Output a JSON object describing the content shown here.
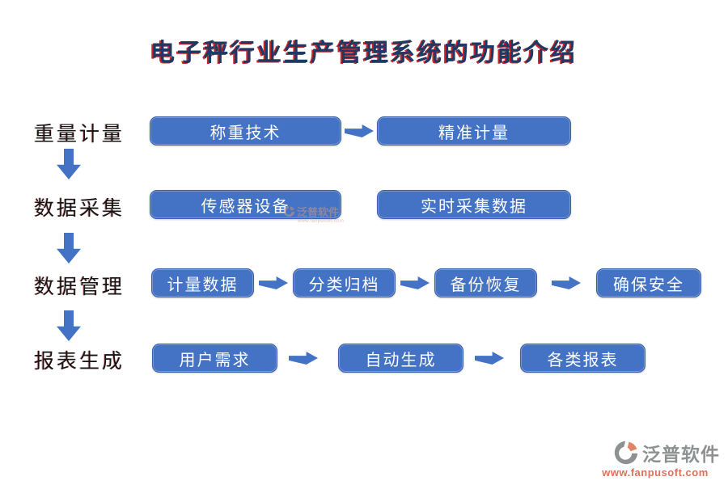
{
  "title": "电子秤行业生产管理系统的功能介绍",
  "rows": [
    {
      "label": "重量计量",
      "boxes": [
        "称重技术",
        "精准计量"
      ]
    },
    {
      "label": "数据采集",
      "boxes": [
        "传感器设备",
        "实时采集数据"
      ]
    },
    {
      "label": "数据管理",
      "boxes": [
        "计量数据",
        "分类归档",
        "备份恢复",
        "确保安全"
      ]
    },
    {
      "label": "报表生成",
      "boxes": [
        "用户需求",
        "自动生成",
        "各类报表"
      ]
    }
  ],
  "watermark": {
    "brand": "泛普软件",
    "url": "www.fanpusoft.com"
  },
  "colors": {
    "box_fill": "#4472c4",
    "box_border": "#3a5fa8",
    "arrow": "#4472c4",
    "title_text": "#1f3864",
    "title_shadow": "#c00000",
    "label_text": "#141414",
    "watermark_gray": "#8d9192",
    "watermark_orange": "#dd7257"
  }
}
